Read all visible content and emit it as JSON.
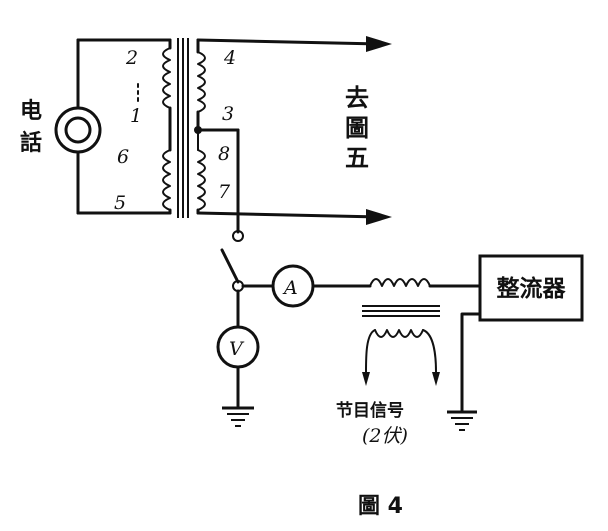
{
  "figure": {
    "caption": "圖 4"
  },
  "phone": {
    "label_top": "电",
    "label_bottom": "話"
  },
  "transformer": {
    "pins": [
      "1",
      "2",
      "3",
      "4",
      "5",
      "6",
      "7",
      "8"
    ]
  },
  "destination": {
    "lines": [
      "去",
      "圖",
      "五"
    ]
  },
  "meters": {
    "ammeter": "A",
    "voltmeter": "V"
  },
  "rectifier": {
    "label": "整流器"
  },
  "program_signal": {
    "label": "节目信号",
    "voltage": "(2伏)"
  }
}
